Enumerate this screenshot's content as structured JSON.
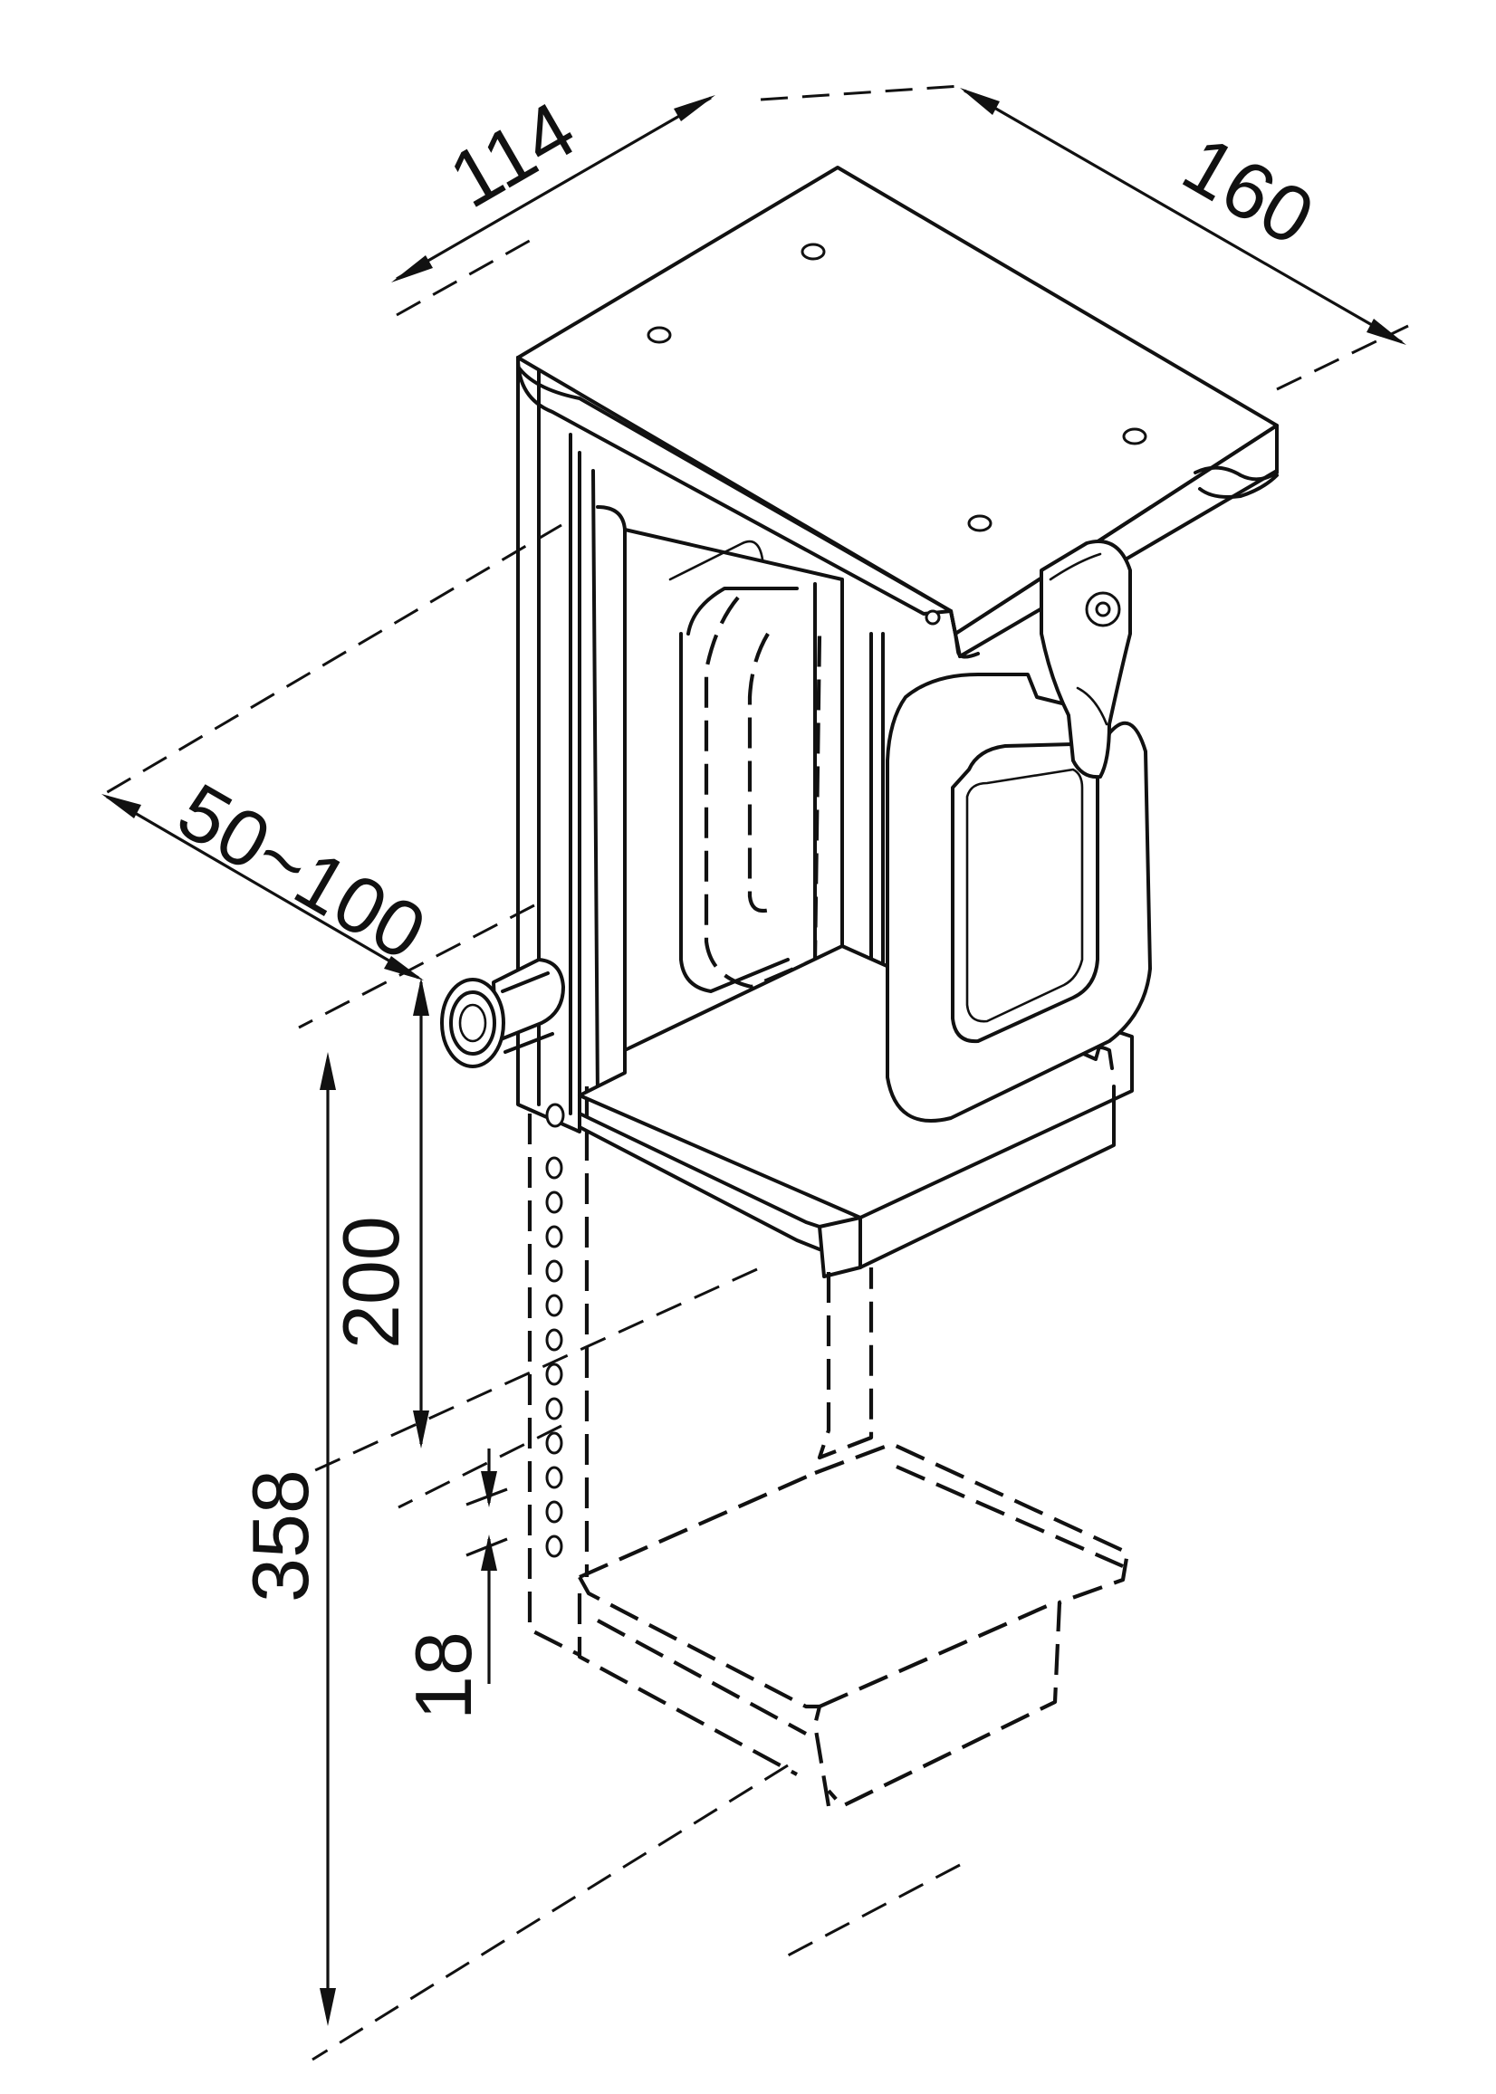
{
  "dimensions": {
    "depth": "114",
    "width": "160",
    "desk_offset": "50~100",
    "min_height": "200",
    "max_height": "358",
    "step": "18"
  }
}
